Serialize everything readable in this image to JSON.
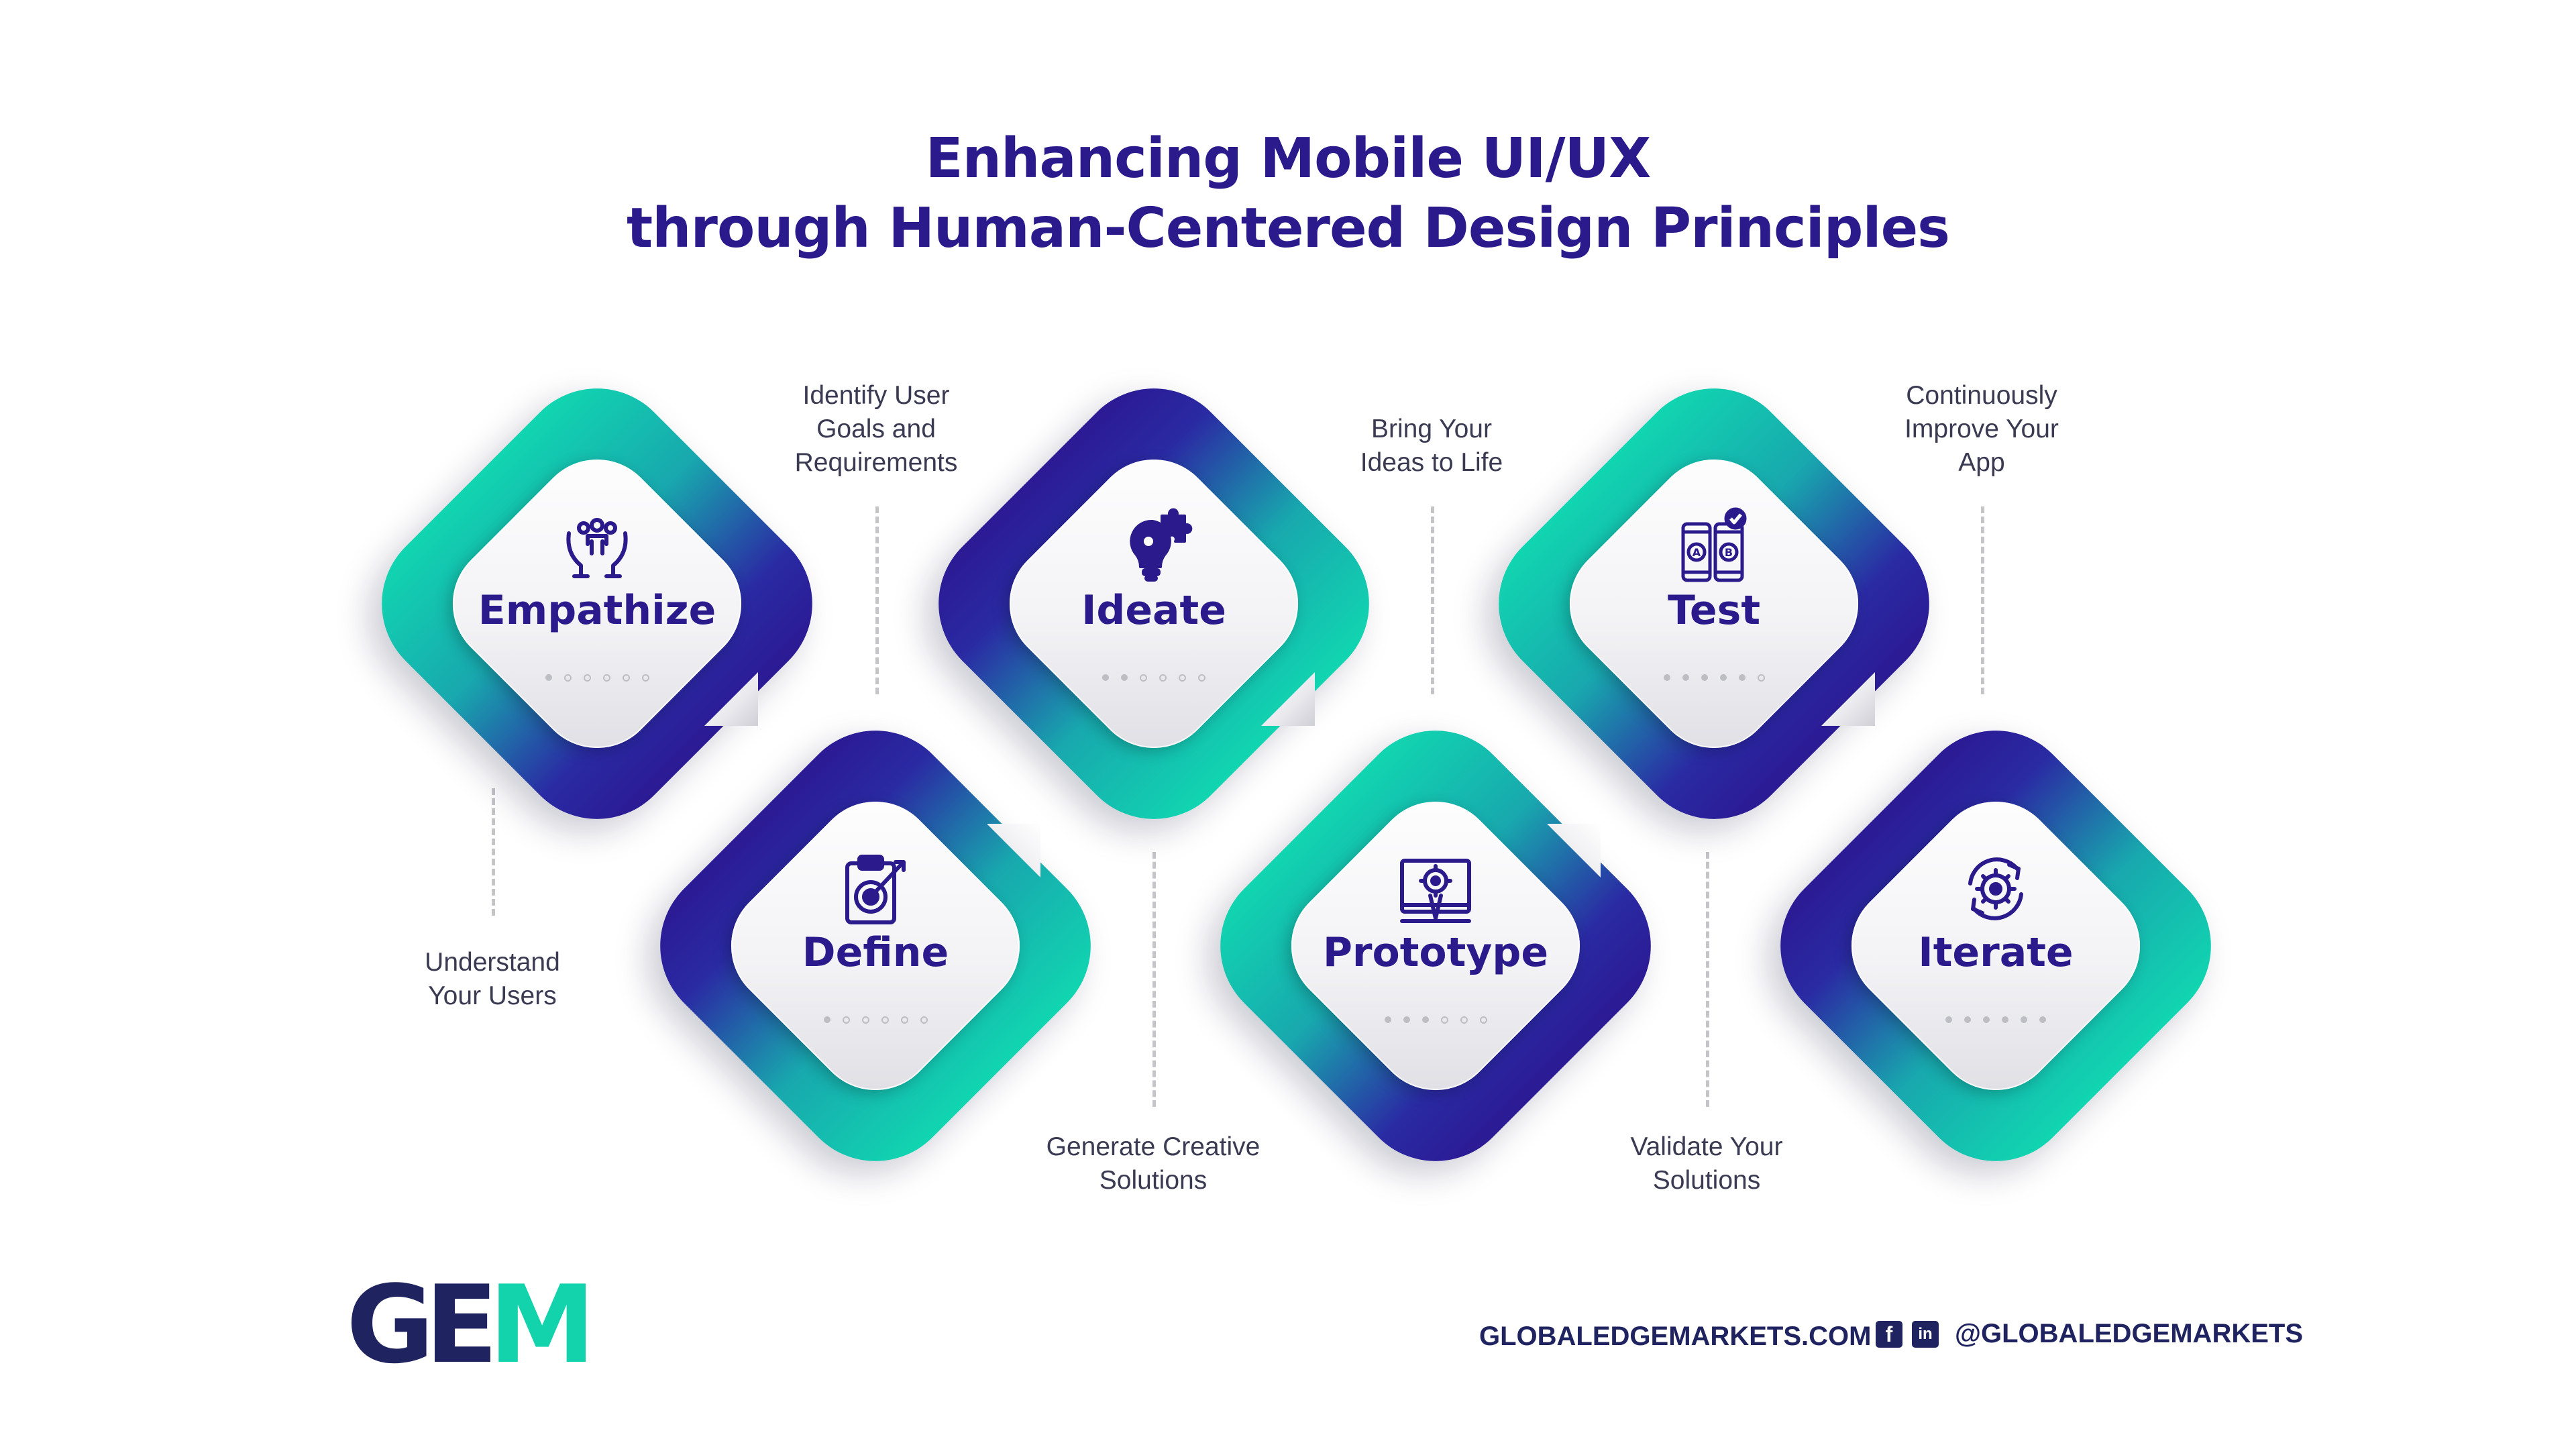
{
  "title": {
    "line1": "Enhancing Mobile UI/UX",
    "line2": "through Human-Centered Design Principles"
  },
  "steps": [
    {
      "label": "Empathize",
      "icon": "hands-group-icon",
      "description": "Understand\nYour Users"
    },
    {
      "label": "Define",
      "icon": "clipboard-target-icon",
      "description": "Identify User\nGoals and\nRequirements"
    },
    {
      "label": "Ideate",
      "icon": "bulb-puzzle-icon",
      "description": "Generate Creative\nSolutions"
    },
    {
      "label": "Prototype",
      "icon": "blueprint-gear-icon",
      "description": "Bring Your\nIdeas to Life"
    },
    {
      "label": "Test",
      "icon": "ab-test-phones-icon",
      "description": "Validate Your\nSolutions"
    },
    {
      "label": "Iterate",
      "icon": "cycle-gear-icon",
      "description": "Continuously\nImprove Your\nApp"
    }
  ],
  "colors": {
    "title": "#2a1a8c",
    "teal": "#11d5b0",
    "indigo": "#2b1a94",
    "footer": "#1f2460"
  },
  "footer": {
    "logo_ge": "GE",
    "logo_m": "M",
    "website": "GLOBALEDGEMARKETS.COM",
    "facebook_glyph": "f",
    "linkedin_glyph": "in",
    "handle": "@GLOBALEDGEMARKETS"
  }
}
